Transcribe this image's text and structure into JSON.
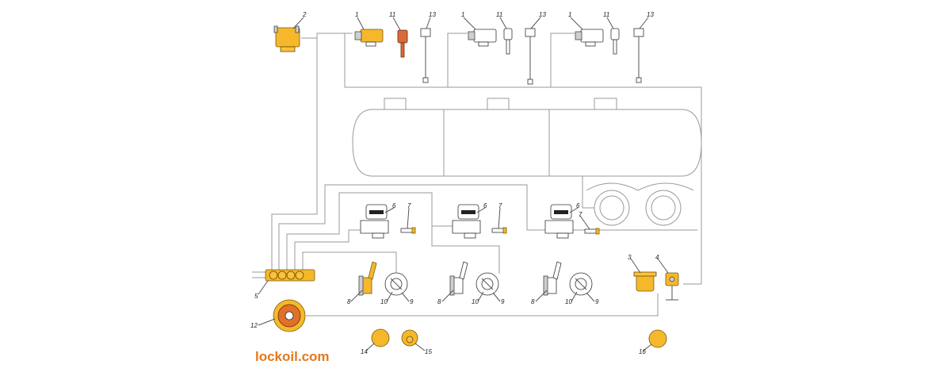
{
  "watermark": "lockoil.com",
  "callouts": [
    "1",
    "2",
    "3",
    "4",
    "5",
    "6",
    "7",
    "8",
    "9",
    "10",
    "11",
    "12",
    "13",
    "14",
    "15",
    "16"
  ],
  "colors": {
    "component_orange": "#f5b82a",
    "component_rust": "#d96a3a",
    "brand_text": "#e4781c",
    "line_grey": "#9a9a9a"
  }
}
